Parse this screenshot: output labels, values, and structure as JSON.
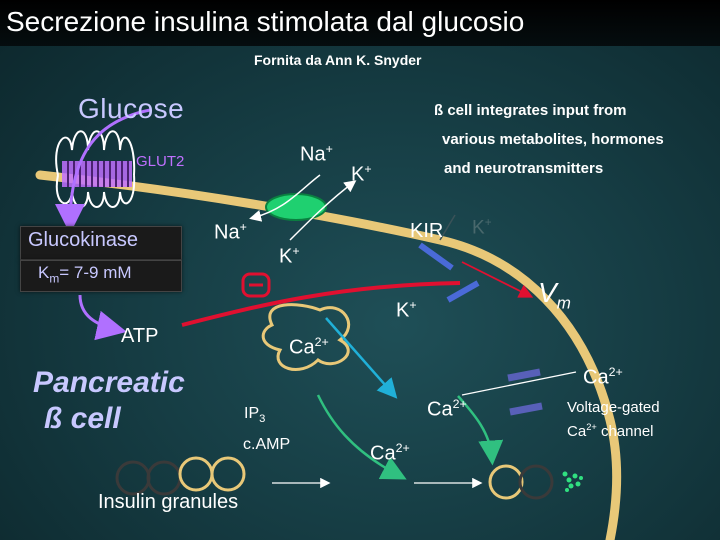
{
  "title": "Secrezione insulina stimolata dal glucosio",
  "credit": "Fornita da Ann K. Snyder",
  "glucose": "Glucose",
  "note": {
    "line1": "ß cell integrates input from",
    "line2": "various metabolites, hormones",
    "line3": "and neurotransmitters"
  },
  "glut2": "GLUT2",
  "na": {
    "base": "Na",
    "charge": "+"
  },
  "k": {
    "base": "K",
    "charge": "+"
  },
  "kir": "KIR",
  "glucokinase": "Glucokinase",
  "km": {
    "prefix": "K",
    "sub": "m",
    "value": "= 7-9 mM"
  },
  "atp": "ATP",
  "ca": {
    "base": "Ca",
    "charge": "2+"
  },
  "vm": {
    "base": "V",
    "sub": "m"
  },
  "pancreatic": {
    "line1": "Pancreatic",
    "line2": "ß cell"
  },
  "ip3": {
    "base": "IP",
    "sub": "3"
  },
  "camp": "c.AMP",
  "voltage_gated": {
    "line1": "Voltage-gated",
    "line2_base": "Ca",
    "line2_charge": "2+",
    "line2_rest": " channel"
  },
  "granules": "Insulin granules",
  "colors": {
    "membrane": "#e8c878",
    "glut2": "#c070ff",
    "atp_arrow": "#b070ff",
    "katp_channel": "#1fd070",
    "inhibition": "#e01030",
    "kir_channel": "#4a6ad8",
    "ca_channel": "#5860b8",
    "signal_line": "#20b0d8"
  }
}
